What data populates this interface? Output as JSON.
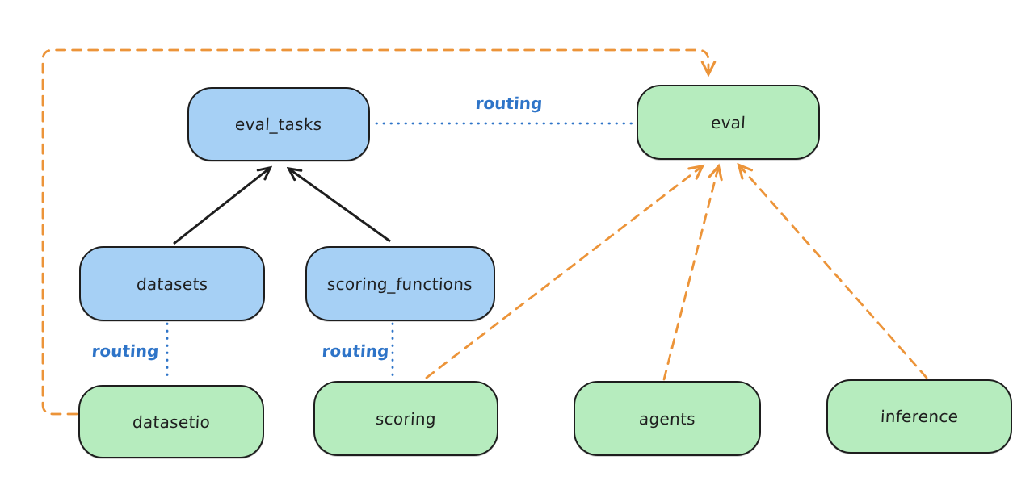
{
  "canvas": {
    "background": "#ffffff"
  },
  "colors": {
    "node_blue_fill": "#a6d0f5",
    "node_green_fill": "#b6ecbe",
    "node_stroke": "#1e1e1e",
    "text": "#1e1e1e",
    "arrow_black": "#1e1e1e",
    "routing_blue": "#2e74c8",
    "orange": "#ec9439"
  },
  "nodes": {
    "eval_tasks": {
      "label": "eval_tasks",
      "kind": "resource-blue"
    },
    "datasets": {
      "label": "datasets",
      "kind": "resource-blue"
    },
    "scoring_functions": {
      "label": "scoring_functions",
      "kind": "resource-blue"
    },
    "eval": {
      "label": "eval",
      "kind": "api-green"
    },
    "datasetio": {
      "label": "datasetio",
      "kind": "api-green"
    },
    "scoring": {
      "label": "scoring",
      "kind": "api-green"
    },
    "agents": {
      "label": "agents",
      "kind": "api-green"
    },
    "inference": {
      "label": "inference",
      "kind": "api-green"
    }
  },
  "edges": [
    {
      "from": "datasets",
      "to": "eval_tasks",
      "style": "solid-black-arrow"
    },
    {
      "from": "scoring_functions",
      "to": "eval_tasks",
      "style": "solid-black-arrow"
    },
    {
      "from": "eval_tasks",
      "to": "eval",
      "style": "dotted-blue",
      "label": "routing"
    },
    {
      "from": "datasets",
      "to": "datasetio",
      "style": "dotted-blue",
      "label": "routing"
    },
    {
      "from": "scoring_functions",
      "to": "scoring",
      "style": "dotted-blue",
      "label": "routing"
    },
    {
      "from": "datasetio",
      "to": "eval",
      "style": "dashed-orange-arrow",
      "route": "elbow-left-top"
    },
    {
      "from": "scoring",
      "to": "eval",
      "style": "dashed-orange-arrow"
    },
    {
      "from": "agents",
      "to": "eval",
      "style": "dashed-orange-arrow"
    },
    {
      "from": "inference",
      "to": "eval",
      "style": "dashed-orange-arrow"
    }
  ]
}
